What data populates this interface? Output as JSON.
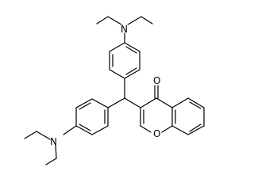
{
  "atoms": {
    "n_top": "N",
    "n_left": "N",
    "o_carbonyl": "O",
    "o_ring": "O"
  }
}
